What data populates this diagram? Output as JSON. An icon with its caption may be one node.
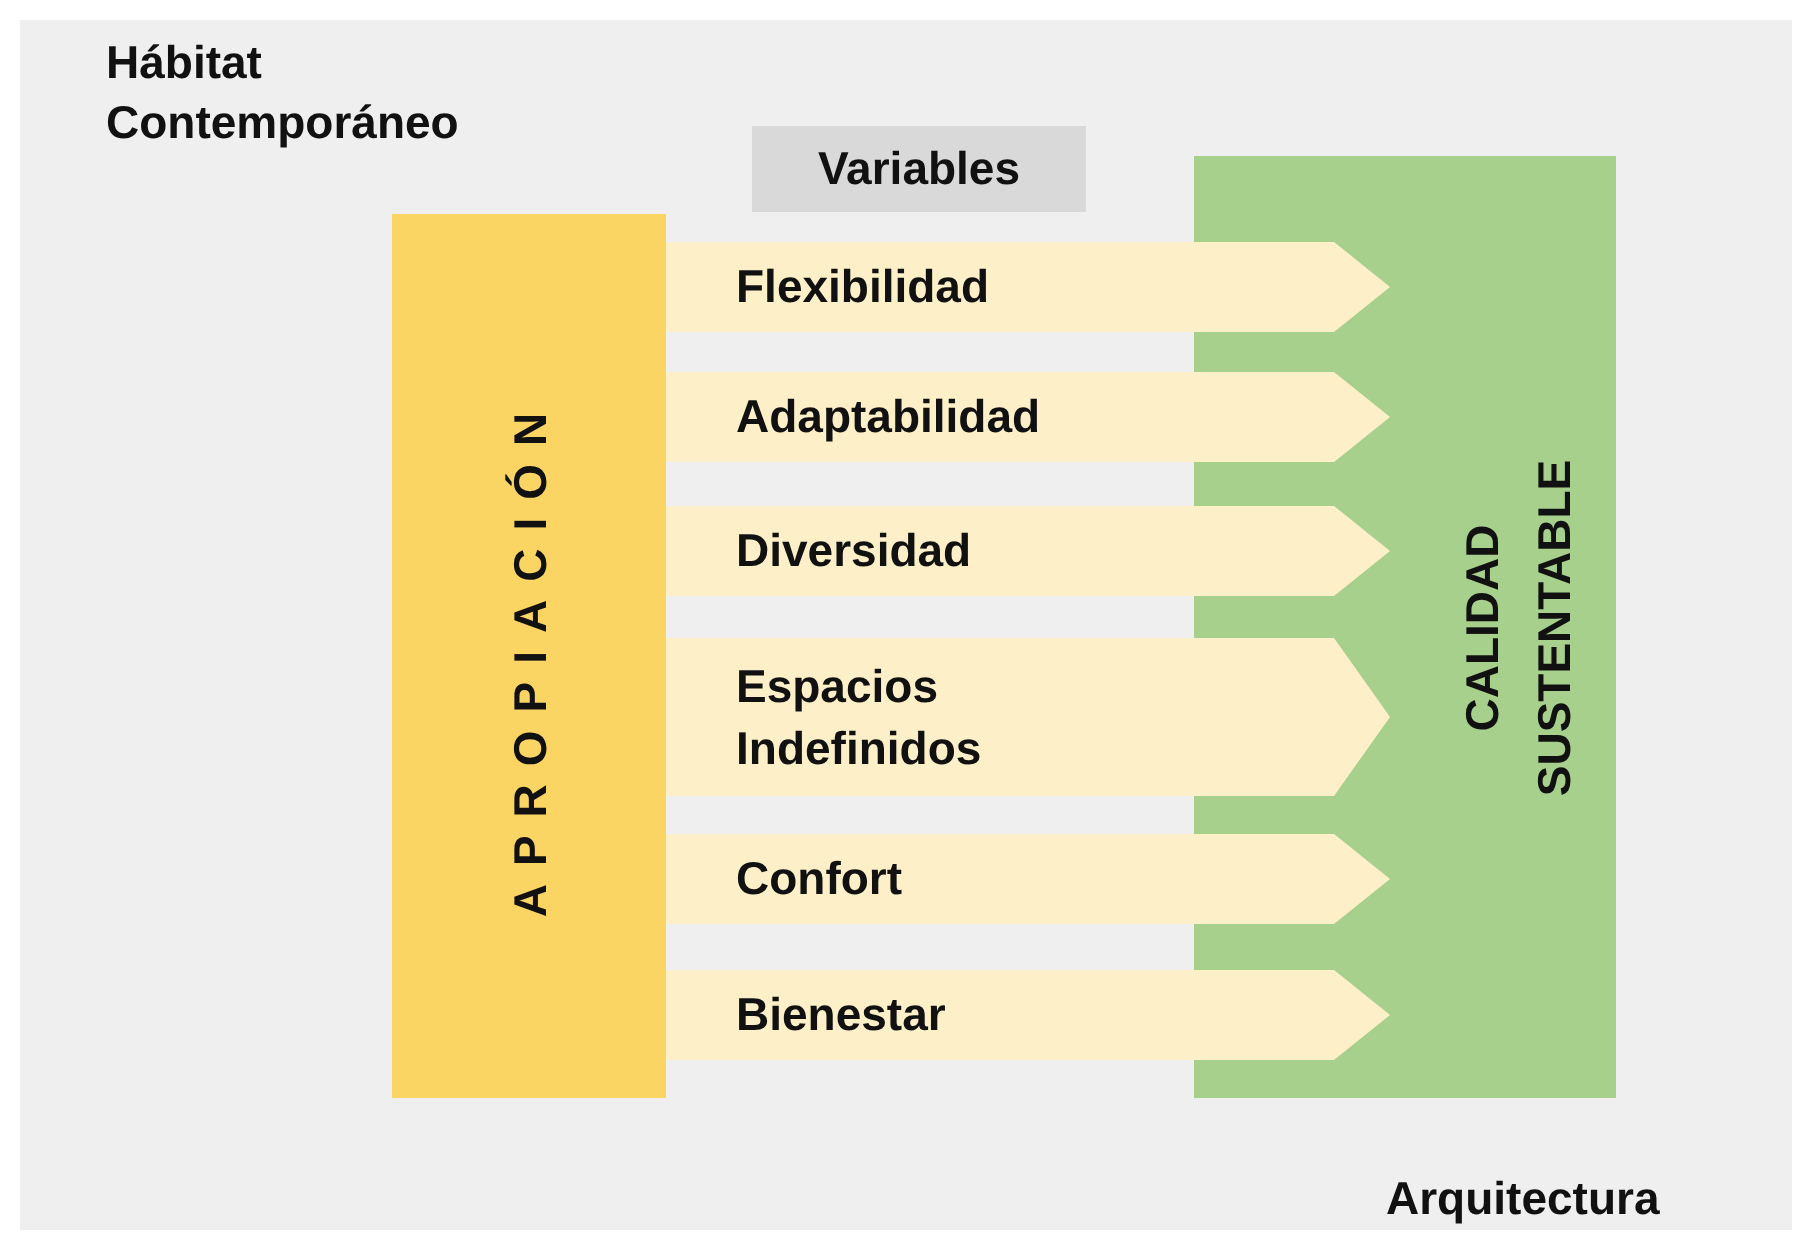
{
  "diagram": {
    "title": "Hábitat Contemporáneo",
    "nodes": [
      {
        "text": [
          "Variables"
        ]
      },
      {
        "text": [
          "APROPIACIÓN"
        ]
      },
      {
        "text": [
          "CALIDAD SUSTENTABLE"
        ]
      },
      {
        "text": [
          "Flexibilidad"
        ]
      },
      {
        "text": [
          "Adaptabilidad"
        ]
      },
      {
        "text": [
          "Diversidad"
        ]
      },
      {
        "text": [
          "Espacios Indefinidos"
        ]
      },
      {
        "text": [
          "Confort"
        ]
      },
      {
        "text": [
          "Bienestar"
        ]
      }
    ],
    "labels": [
      "Arquitectura"
    ]
  }
}
